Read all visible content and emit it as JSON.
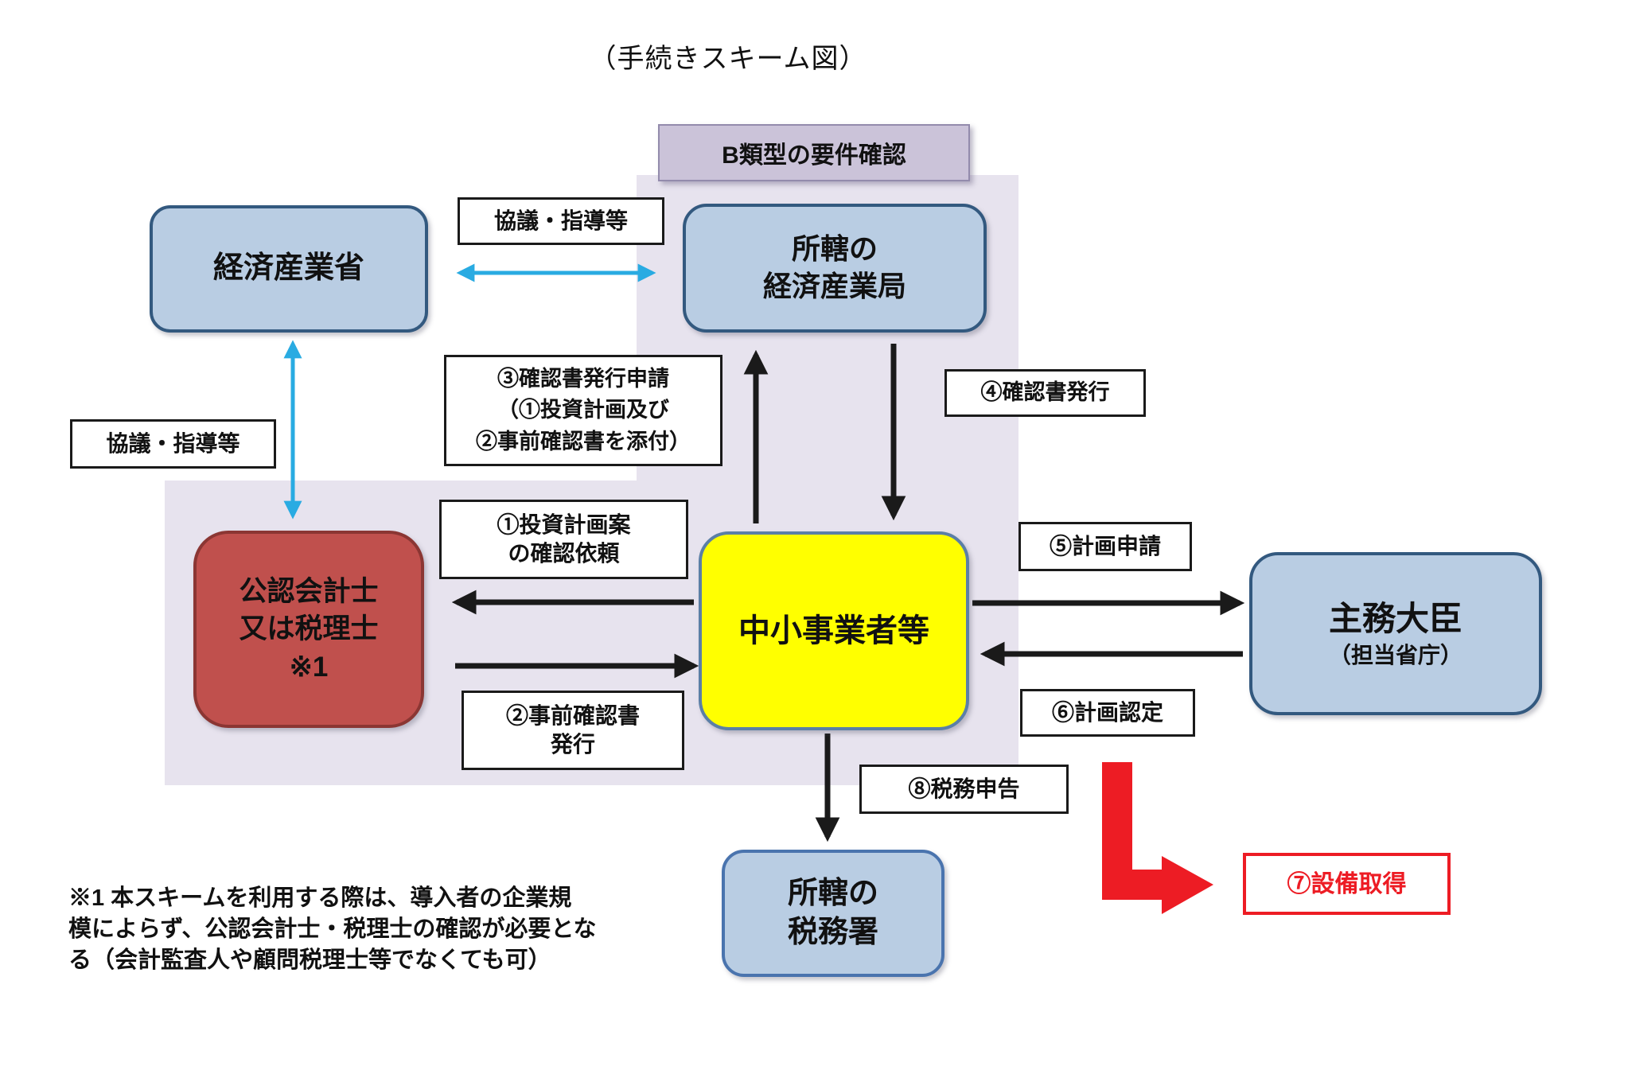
{
  "title": "（手続きスキーム図）",
  "header": {
    "label": "B類型の要件確認"
  },
  "nodes": {
    "meti": {
      "label": "経済産業省"
    },
    "bureau": {
      "line1": "所轄の",
      "line2": "経済産業局"
    },
    "cpa": {
      "line1": "公認会計士",
      "line2": "又は税理士",
      "line3": "※1"
    },
    "sme": {
      "label": "中小事業者等"
    },
    "minister": {
      "line1": "主務大臣",
      "line2": "（担当省庁）"
    },
    "tax_office": {
      "line1": "所轄の",
      "line2": "税務署"
    }
  },
  "edge_labels": {
    "consult_top": "協議・指導等",
    "consult_left": "協議・指導等",
    "step1": {
      "line1": "①投資計画案",
      "line2": "の確認依頼"
    },
    "step2": {
      "line1": "②事前確認書",
      "line2": "発行"
    },
    "step3": {
      "line1": "③確認書発行申請",
      "line2": "（①投資計画及び",
      "line3": "②事前確認書を添付）"
    },
    "step4": "④確認書発行",
    "step5": "⑤計画申請",
    "step6": "⑥計画認定",
    "step7": "⑦設備取得",
    "step8": "⑧税務申告"
  },
  "footnote": {
    "line1": "※1 本スキームを利用する際は、導入者の企業規",
    "line2": "模によらず、公認会計士・税理士の確認が必要とな",
    "line3": "る（会計監査人や顧問税理士等でなくても可）"
  },
  "colors": {
    "band_purple": "#e7e3ee",
    "header_fill": "#cbc3d9",
    "node_blue_fill": "#b9cde3",
    "node_blue_border": "#33597f",
    "sme_fill": "#ffff00",
    "sme_border": "#5b7fa6",
    "cpa_fill": "#c0504d",
    "cpa_border": "#8b3633",
    "cyan_arrow": "#29abe2",
    "black_arrow": "#1a1a1a",
    "red_accent": "#ed1c24"
  }
}
